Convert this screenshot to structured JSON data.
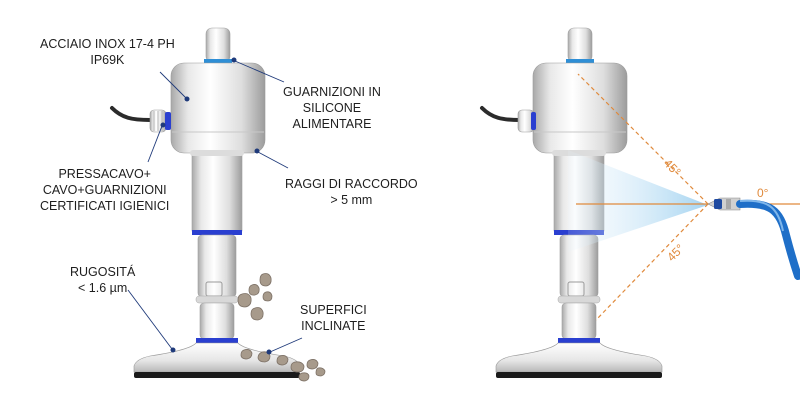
{
  "labels": {
    "material": [
      "ACCIAIO INOX 17-4 PH",
      "IP69K"
    ],
    "gaskets": [
      "GUARNIZIONI IN",
      "SILICONE",
      "ALIMENTARE"
    ],
    "cable_gland": [
      "PRESSACAVO+",
      "CAVO+GUARNIZIONI",
      "CERTIFICATI IGIENICI"
    ],
    "radii": [
      "RAGGI DI RACCORDO",
      "> 5 mm"
    ],
    "roughness": [
      "RUGOSITÁ",
      "< 1.6 µm"
    ],
    "inclined": [
      "SUPERFICI",
      "INCLINATE"
    ]
  },
  "angles": {
    "upper": "45°",
    "lower": "45°",
    "horizontal": "0°"
  },
  "colors": {
    "steel_light": "#f4f4f4",
    "steel_dark": "#9a9a9a",
    "seal_blue": "#2a3fd0",
    "leader_line": "#1f3a7a",
    "angle_orange": "#e08a3c",
    "spray": "#b9dcf2",
    "hose": "#1f6fc8",
    "debris": "#a79a8b"
  }
}
